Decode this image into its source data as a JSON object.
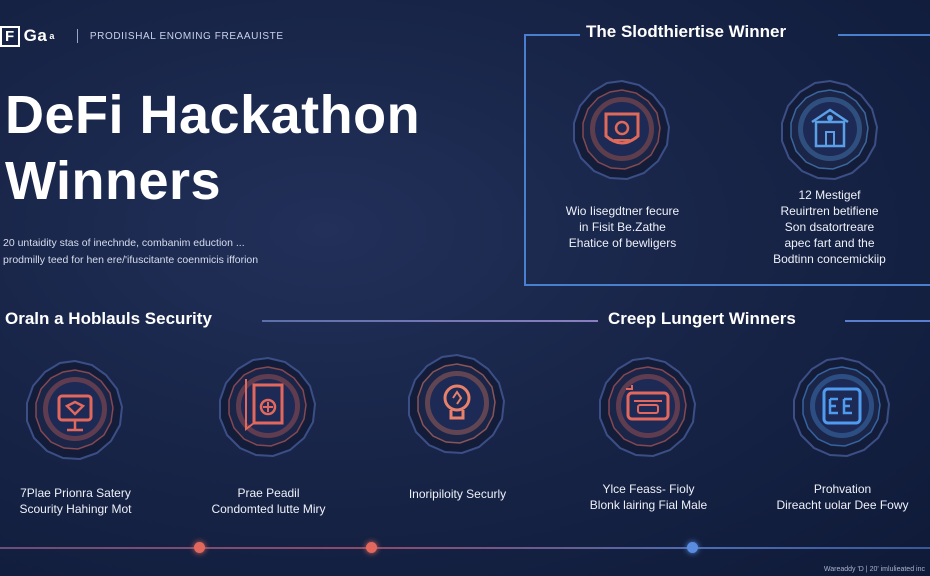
{
  "header": {
    "logo_mark": "F",
    "logo_text": "Ga",
    "logo_small": "a",
    "tagline": "PRODIISHAL ENOMING FREAAUISTE"
  },
  "hero": {
    "title_line1": "DeFi Hackathon",
    "title_line2": "Winners",
    "subtitle_line1": "20 untaidity stas of inechnde, combanim eduction ...",
    "subtitle_line2": "prodmilly teed for hen ere/'ifuscitante coenmicis ifforion"
  },
  "top_panel": {
    "title": "The Slodthiertise Winner",
    "winners": [
      {
        "icon": "shield-lock-icon",
        "accent": "#e06a5a",
        "lines": [
          "Wio Iisegdtner fecure",
          "in Fisit Be.Zathe",
          "Ehatice of bewligers"
        ]
      },
      {
        "icon": "building-shield-icon",
        "accent": "#5aa0e8",
        "lines": [
          "12 Mestigef",
          "Reuirtren betifiene",
          "Son dsatortreare",
          "apec fart and the",
          "Bodtinn concemickiip"
        ]
      }
    ]
  },
  "left_section": {
    "title": "Oraln a Hoblauls Security"
  },
  "right_section": {
    "title": "Creep Lungert Winners"
  },
  "bottom_winners": [
    {
      "icon": "chip-shield-icon",
      "accent": "#e2685e",
      "lines": [
        "7Plae Prionra Satery",
        "Scourity Hahingr Mot"
      ]
    },
    {
      "icon": "laptop-shield-icon",
      "accent": "#e2685e",
      "lines": [
        "Prae Peadil",
        "Condomted lutte Miry"
      ]
    },
    {
      "icon": "lightbulb-icon",
      "accent": "#e8806a",
      "lines": [
        "Inoripiloity Securly"
      ]
    },
    {
      "icon": "browser-lock-icon",
      "accent": "#e2685e",
      "lines": [
        "Ylce Feass- Fioly",
        "Blonk lairing Fial Male"
      ]
    },
    {
      "icon": "code-terminal-icon",
      "accent": "#4f9bf0",
      "lines": [
        "Prohvation",
        "Direacht uolar Dee Fowy"
      ]
    }
  ],
  "timeline": {
    "dot_colors": [
      "#e2685e",
      "#e2685e",
      "#5a8de0"
    ]
  },
  "footer_note": "Wareaddy 'D | 20' imlulieated inc"
}
